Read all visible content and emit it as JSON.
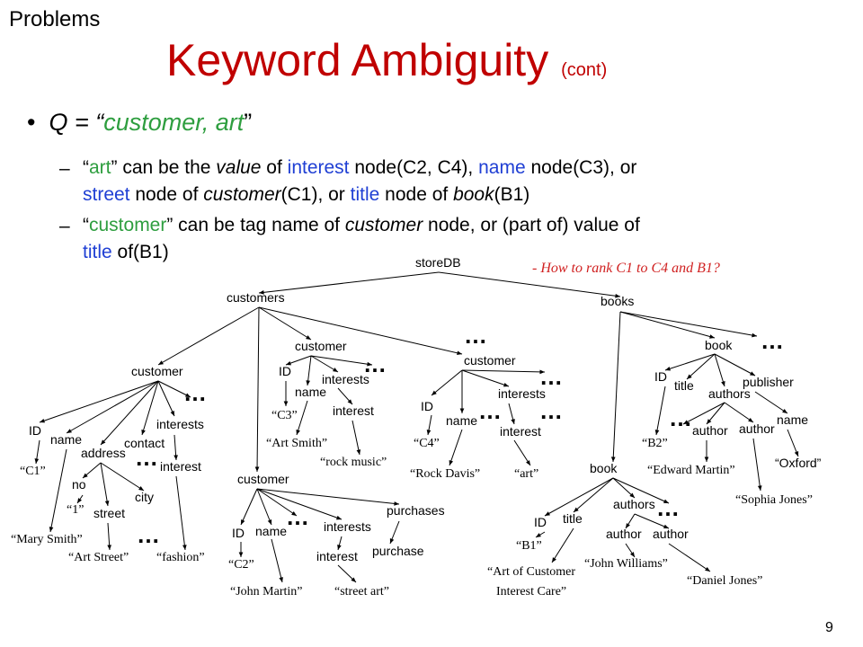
{
  "section": "Problems",
  "title": "Keyword Ambiguity",
  "title_suffix": "(cont)",
  "query": {
    "prefix": "Q = “",
    "keywords": "customer, art",
    "suffix": "”"
  },
  "bullet1": {
    "dash": "–",
    "runs": [
      {
        "t": "“",
        "c": ""
      },
      {
        "t": "art",
        "c": "green"
      },
      {
        "t": "” can be the ",
        "c": ""
      },
      {
        "t": "value",
        "c": "ital"
      },
      {
        "t": " of ",
        "c": ""
      },
      {
        "t": "interest",
        "c": "blue"
      },
      {
        "t": " node(C2, C4),  ",
        "c": ""
      },
      {
        "t": "name",
        "c": "blue"
      },
      {
        "t": " node(C3), or",
        "c": ""
      }
    ],
    "runs2": [
      {
        "t": "street",
        "c": "blue"
      },
      {
        "t": " node of ",
        "c": ""
      },
      {
        "t": "customer",
        "c": "ital"
      },
      {
        "t": "(C1), or ",
        "c": ""
      },
      {
        "t": "title",
        "c": "blue"
      },
      {
        "t": " node of ",
        "c": ""
      },
      {
        "t": "book",
        "c": "ital"
      },
      {
        "t": "(B1)",
        "c": ""
      }
    ]
  },
  "bullet2": {
    "dash": "–",
    "runs": [
      {
        "t": "“",
        "c": ""
      },
      {
        "t": "customer",
        "c": "green"
      },
      {
        "t": "” can be tag name of ",
        "c": ""
      },
      {
        "t": "customer",
        "c": "ital"
      },
      {
        "t": " node, or (part of) value of",
        "c": ""
      }
    ],
    "runs2": [
      {
        "t": "title",
        "c": "blue"
      },
      {
        "t": " of(B1)",
        "c": ""
      }
    ]
  },
  "note": "- How to rank C1 to C4 and B1?",
  "page_number": "9",
  "tree": {
    "labels": {
      "storeDB": "storeDB",
      "customers": "customers",
      "books": "books",
      "customer": "customer",
      "ID": "ID",
      "name": "name",
      "address": "address",
      "contact": "contact",
      "interests": "interests",
      "interest": "interest",
      "no": "no",
      "street": "street",
      "city": "city",
      "purchases": "purchases",
      "purchase": "purchase",
      "book": "book",
      "title": "title",
      "authors": "authors",
      "author": "author",
      "publisher": "publisher",
      "ellipsis": "…"
    },
    "values": {
      "c1": "“C1”",
      "mary": "“Mary Smith”",
      "one": "“1”",
      "art_street": "“Art Street”",
      "fashion": "“fashion”",
      "c3": "“C3”",
      "art_smith": "“Art Smith”",
      "rock_music": "“rock music”",
      "c2": "“C2”",
      "john_martin": "“John Martin”",
      "street_art": "“street art”",
      "c4": "“C4”",
      "rock_davis": "“Rock Davis”",
      "art": "“art”",
      "b1": "“B1”",
      "art_care_1": "“Art of Customer",
      "art_care_2": "Interest Care”",
      "john_williams": "“John Williams”",
      "daniel_jones": "“Daniel Jones”",
      "b2": "“B2”",
      "edward_martin": "“Edward Martin”",
      "sophia_jones": "“Sophia Jones”",
      "oxford": "“Oxford”"
    }
  }
}
